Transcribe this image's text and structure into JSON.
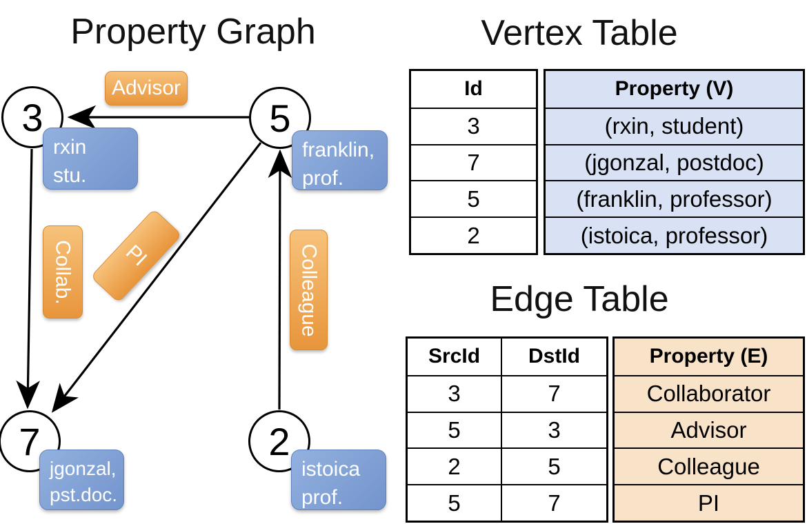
{
  "graph": {
    "title": "Property Graph",
    "nodes": [
      {
        "id": "3",
        "line1": "rxin",
        "line2": "stu."
      },
      {
        "id": "5",
        "line1": "franklin,",
        "line2": "prof."
      },
      {
        "id": "7",
        "line1": "jgonzal,",
        "line2": "pst.doc."
      },
      {
        "id": "2",
        "line1": "istoica",
        "line2": "prof."
      }
    ],
    "edge_labels": {
      "advisor": "Advisor",
      "collab": "Collab.",
      "pi": "PI",
      "colleague": "Colleague"
    }
  },
  "vertex_table": {
    "title": "Vertex Table",
    "headers": {
      "id": "Id",
      "property": "Property (V)"
    },
    "rows": [
      {
        "id": "3",
        "property": "(rxin, student)"
      },
      {
        "id": "7",
        "property": "(jgonzal, postdoc)"
      },
      {
        "id": "5",
        "property": "(franklin, professor)"
      },
      {
        "id": "2",
        "property": "(istoica, professor)"
      }
    ]
  },
  "edge_table": {
    "title": "Edge Table",
    "headers": {
      "src": "SrcId",
      "dst": "DstId",
      "property": "Property (E)"
    },
    "rows": [
      {
        "src": "3",
        "dst": "7",
        "property": "Collaborator"
      },
      {
        "src": "5",
        "dst": "3",
        "property": "Advisor"
      },
      {
        "src": "2",
        "dst": "5",
        "property": "Colleague"
      },
      {
        "src": "5",
        "dst": "7",
        "property": "PI"
      }
    ]
  },
  "colors": {
    "edge_label_orange_top": "#f7c27b",
    "edge_label_orange_bottom": "#e8953b",
    "vertex_label_blue_top": "#93b1df",
    "vertex_label_blue_bottom": "#7394cd",
    "vertex_property_fill": "#d9e2f4",
    "edge_property_fill": "#f8e3c8",
    "line_black": "#000000"
  }
}
